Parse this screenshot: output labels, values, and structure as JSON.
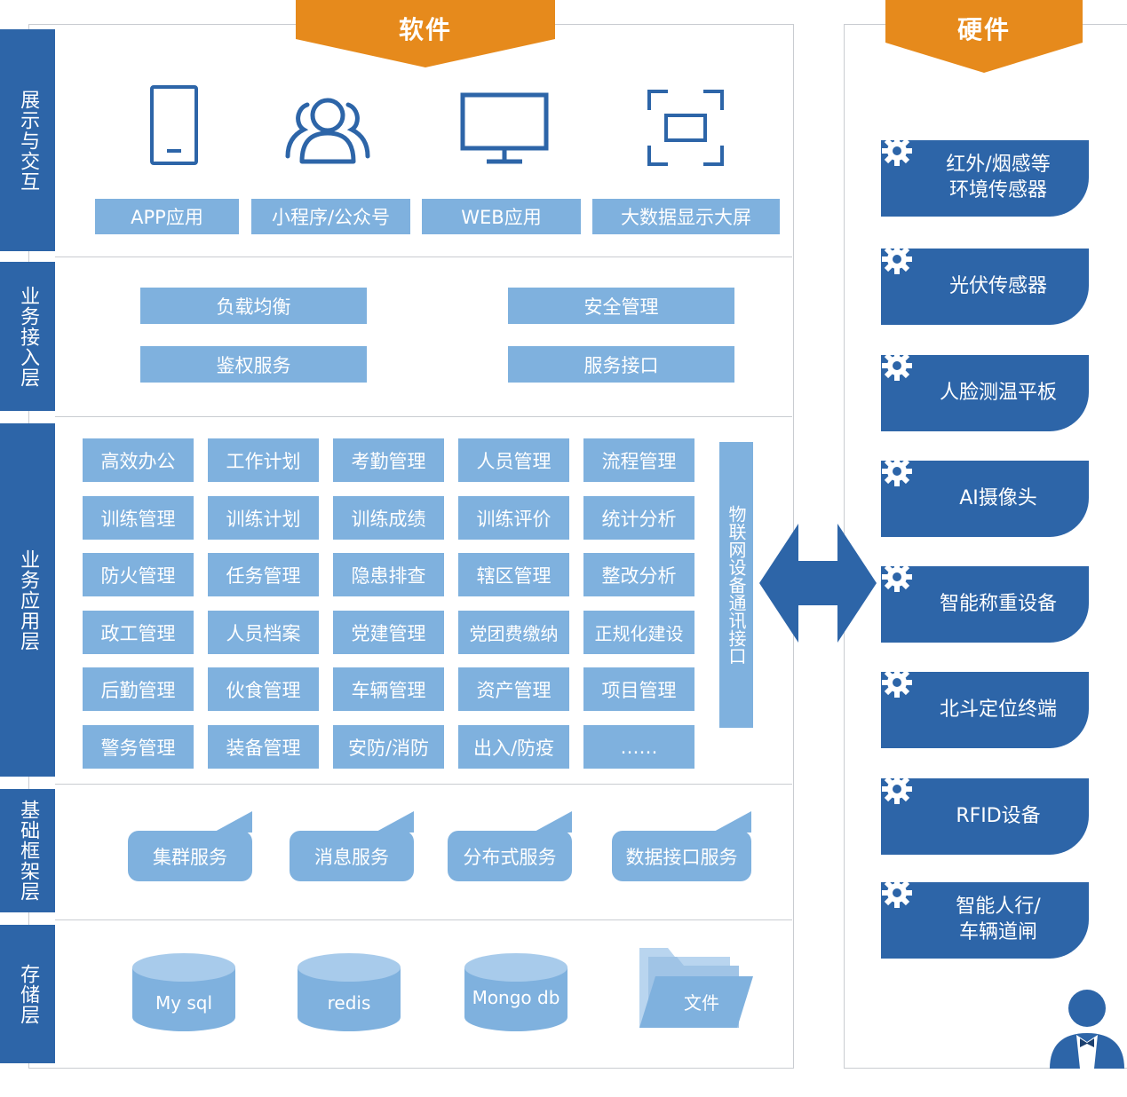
{
  "software_header": "软件",
  "hardware_header": "硬件",
  "layers": {
    "presentation": "展示与交互",
    "access": "业务接入层",
    "application": "业务应用层",
    "framework": "基础框架层",
    "storage": "存储层"
  },
  "presentation": {
    "labels": [
      "APP应用",
      "小程序/公众号",
      "WEB应用",
      "大数据显示大屏"
    ]
  },
  "access": {
    "items": [
      "负载均衡",
      "安全管理",
      "鉴权服务",
      "服务接口"
    ]
  },
  "application": {
    "rows": [
      [
        "高效办公",
        "工作计划",
        "考勤管理",
        "人员管理",
        "流程管理"
      ],
      [
        "训练管理",
        "训练计划",
        "训练成绩",
        "训练评价",
        "统计分析"
      ],
      [
        "防火管理",
        "任务管理",
        "隐患排查",
        "辖区管理",
        "整改分析"
      ],
      [
        "政工管理",
        "人员档案",
        "党建管理",
        "党团费缴纳",
        "正规化建设"
      ],
      [
        "后勤管理",
        "伙食管理",
        "车辆管理",
        "资产管理",
        "项目管理"
      ],
      [
        "警务管理",
        "装备管理",
        "安防/消防",
        "出入/防疫",
        "……"
      ]
    ],
    "iot_interface": "物联网设备通讯接口"
  },
  "framework": {
    "items": [
      "集群服务",
      "消息服务",
      "分布式服务",
      "数据接口服务"
    ]
  },
  "storage": {
    "items": [
      "My sql",
      "redis",
      "Mongo db",
      "文件"
    ]
  },
  "hardware": {
    "items": [
      [
        "红外/烟感等",
        "环境传感器"
      ],
      [
        "光伏传感器"
      ],
      [
        "人脸测温平板"
      ],
      [
        "AI摄像头"
      ],
      [
        "智能称重设备"
      ],
      [
        "北斗定位终端"
      ],
      [
        "RFID设备"
      ],
      [
        "智能人行/",
        "车辆道闸"
      ]
    ]
  },
  "colors": {
    "dark_blue": "#2d65a8",
    "light_blue": "#7fb1de",
    "orange": "#e68a1c",
    "border": "#c9ccd1"
  }
}
